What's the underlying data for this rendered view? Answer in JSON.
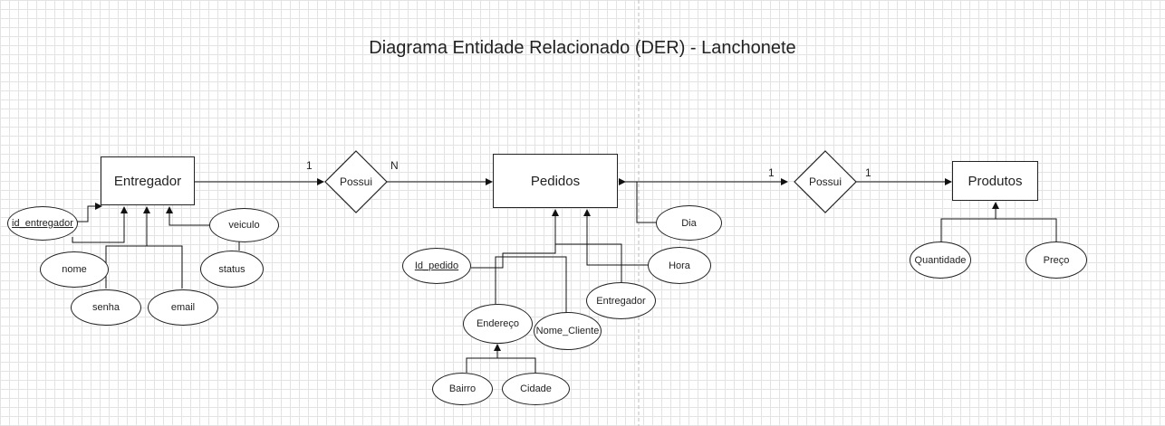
{
  "title": "Diagrama Entidade Relacionado (DER) - Lanchonete",
  "entities": {
    "entregador": "Entregador",
    "pedidos": "Pedidos",
    "produtos": "Produtos"
  },
  "relationships": {
    "possui_1": "Possui",
    "possui_2": "Possui"
  },
  "cardinalities": {
    "entregador_side": "1",
    "pedidos_side_left": "N",
    "pedidos_side_right": "1",
    "produtos_side": "1"
  },
  "attributes": {
    "entregador": {
      "id": "id_entregador",
      "nome": "nome",
      "senha": "senha",
      "email": "email",
      "veiculo": "veiculo",
      "status": "status"
    },
    "pedidos": {
      "id": "Id_pedido",
      "endereco": "Endereço",
      "nome_cliente": "Nome_Cliente",
      "entregador": "Entregador",
      "hora": "Hora",
      "dia": "Dia",
      "bairro": "Bairro",
      "cidade": "Cidade"
    },
    "produtos": {
      "quantidade": "Quantidade",
      "preco": "Preço"
    }
  }
}
